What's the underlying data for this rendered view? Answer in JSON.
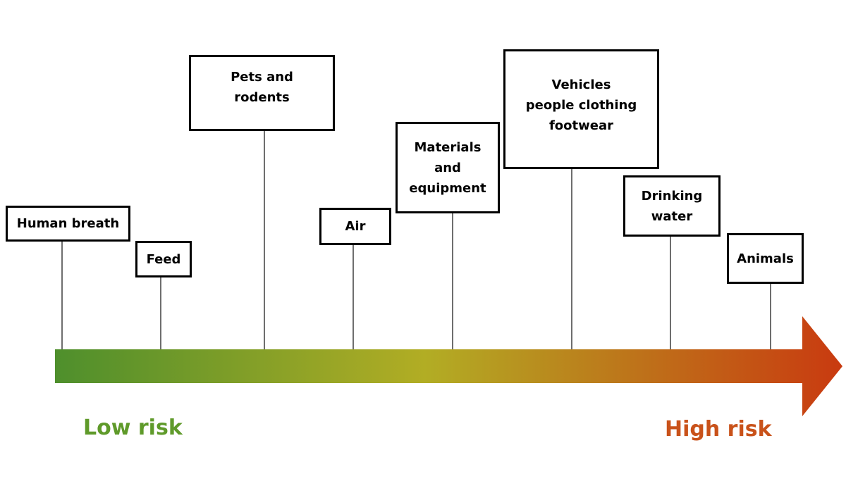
{
  "colors": {
    "low": "#4e8f2c",
    "mid": "#b2ad24",
    "high": "#c93a10",
    "low_text": "#5f9a2a",
    "high_text": "#c9521a"
  },
  "items": [
    {
      "label": "Human breath"
    },
    {
      "label": "Feed"
    },
    {
      "label": "Pets and\nrodents"
    },
    {
      "label": "Air"
    },
    {
      "label": "Materials\nand\nequipment"
    },
    {
      "label": "Vehicles\npeople clothing\nfootwear"
    },
    {
      "label": "Drinking\nwater"
    },
    {
      "label": "Animals"
    }
  ],
  "scale": {
    "low_label": "Low risk",
    "high_label": "High risk"
  }
}
